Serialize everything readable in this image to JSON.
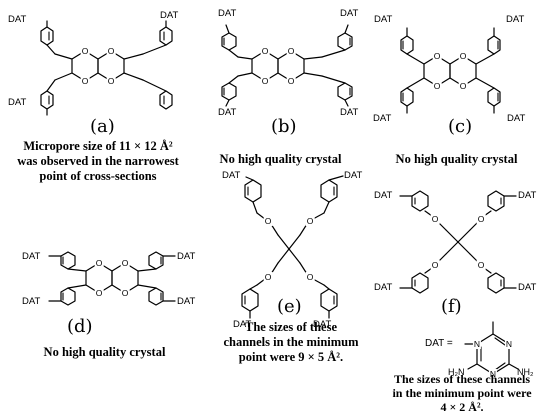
{
  "atoms": {
    "oxygen": "O",
    "nitrogen": "N"
  },
  "dat": "DAT",
  "panels": {
    "a": {
      "label": "(a)",
      "caption": [
        "Micropore size of 11 × 12 Å²",
        "was observed in the narrowest",
        "point of cross-sections"
      ]
    },
    "b": {
      "label": "(b)",
      "caption": [
        "No high quality crystal"
      ]
    },
    "c": {
      "label": "(c)",
      "caption": [
        "No high quality crystal"
      ]
    },
    "d": {
      "label": "(d)",
      "caption": [
        "No high quality crystal"
      ]
    },
    "e": {
      "label": "(e)",
      "caption": [
        "The sizes of these",
        "channels in the minimum",
        "point were 9 × 5 Å²."
      ]
    },
    "f": {
      "label": "(f)",
      "caption": [
        "The sizes of these channels",
        "in the minimum point were",
        "4 × 2 Å²."
      ]
    }
  },
  "dat_definition": {
    "label": "DAT =",
    "nh2_left": "H₂N",
    "nh2_right": "NH₂"
  }
}
